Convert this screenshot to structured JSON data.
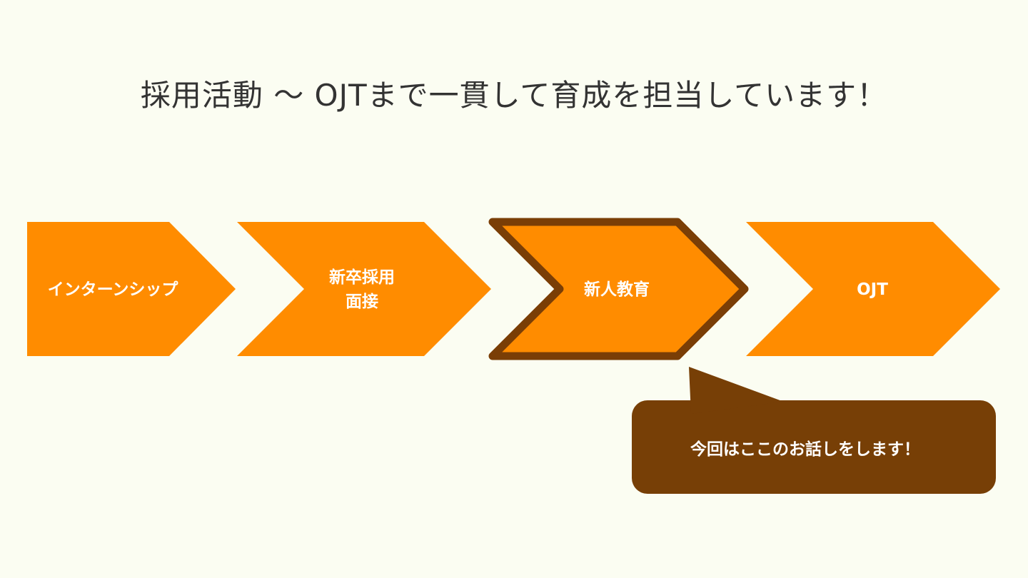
{
  "title": "採用活動 〜 OJTまで一貫して育成を担当しています！",
  "steps": [
    {
      "lines": [
        "インターンシップ"
      ],
      "highlighted": false
    },
    {
      "lines": [
        "新卒採用",
        "面接"
      ],
      "highlighted": false
    },
    {
      "lines": [
        "新人教育"
      ],
      "highlighted": true
    },
    {
      "lines": [
        "OJT"
      ],
      "highlighted": false
    }
  ],
  "callout": {
    "text": "今回はここのお話しをします！"
  },
  "colors": {
    "background": "#FBFDF2",
    "step_fill": "#FF8C00",
    "highlight_border": "#7A3E06",
    "callout_fill": "#773F06",
    "title_text": "#333333",
    "label_text": "#FFFFFF"
  }
}
